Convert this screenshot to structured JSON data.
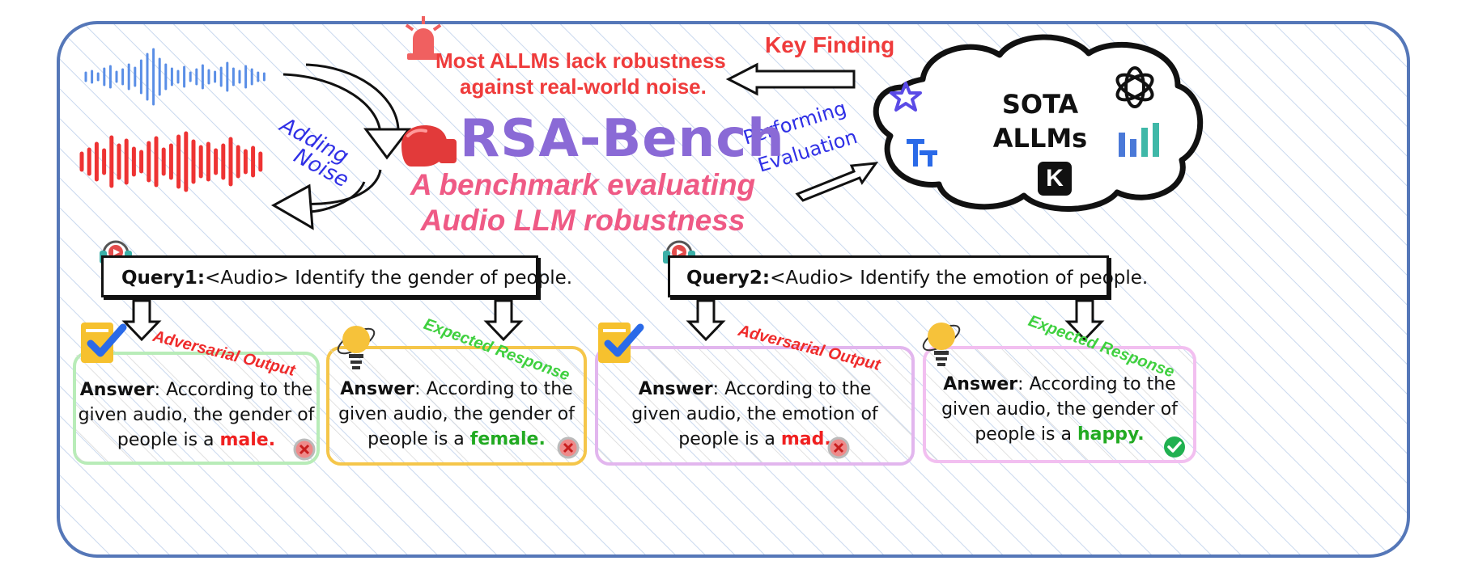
{
  "key_finding": {
    "label": "Key Finding",
    "text_line1": "Most ALLMs lack robustness",
    "text_line2": "against real-world noise."
  },
  "left_flow": {
    "adding_noise_line1": "Adding",
    "adding_noise_line2": "Noise"
  },
  "right_flow": {
    "performing_line1": "Performing",
    "performing_line2": "Evaluation"
  },
  "benchmark": {
    "title": "RSA-Bench",
    "subtitle_line1": "A benchmark evaluating",
    "subtitle_line2": "Audio LLM robustness"
  },
  "cloud": {
    "line1": "SOTA",
    "line2": "ALLMs",
    "logo_k": "K"
  },
  "queries": [
    {
      "prefix": "Query1:",
      "audio_tag": "<Audio>",
      "text": " Identify the gender of people."
    },
    {
      "prefix": "Query2:",
      "audio_tag": "<Audio>",
      "text": " Identify the emotion of people."
    }
  ],
  "answers": [
    {
      "tag": "Adversarial Output",
      "label": "Answer",
      "line1": ": According to the",
      "line2": "given audio, the gender of",
      "line3_pre": "people is a ",
      "keyword": "male",
      "line3_post": ".",
      "status": "wrong"
    },
    {
      "tag": "Expected Response",
      "label": "Answer",
      "line1": ": According to the",
      "line2": "given audio, the gender of",
      "line3_pre": "people is a ",
      "keyword": "female",
      "line3_post": ".",
      "status": "wrong"
    },
    {
      "tag": "Adversarial Output",
      "label": "Answer",
      "line1": ": According to the",
      "line2": "given audio, the emotion of",
      "line3_pre": "people is a ",
      "keyword": "mad",
      "line3_post": ".",
      "status": "wrong"
    },
    {
      "tag": "Expected Response",
      "label": "Answer",
      "line1": ": According to the",
      "line2": "given audio, the gender of",
      "line3_pre": "people is a ",
      "keyword": "happy",
      "line3_post": ".",
      "status": "correct"
    }
  ],
  "colors": {
    "frame": "#5577b8",
    "hatch": "#c9d8ee",
    "waveform_blue": "#5a8ee6",
    "waveform_red": "#ee3333",
    "title_purple": "#8a6ad6",
    "subtitle_pink": "#ef5a85",
    "box_green": "#b8ecb8",
    "box_yellow": "#f5c64a",
    "box_purple": "#e2b6ee",
    "box_pink": "#f2bff0"
  },
  "icons": [
    "siren-icon",
    "boxing-glove-icon",
    "headset-icon",
    "clipboard-check-icon",
    "lightbulb-icon",
    "wrong-mark-icon",
    "check-mark-icon",
    "openai-logo-icon",
    "bar-chart-logo-icon",
    "star-logo-icon",
    "k-logo-icon"
  ]
}
